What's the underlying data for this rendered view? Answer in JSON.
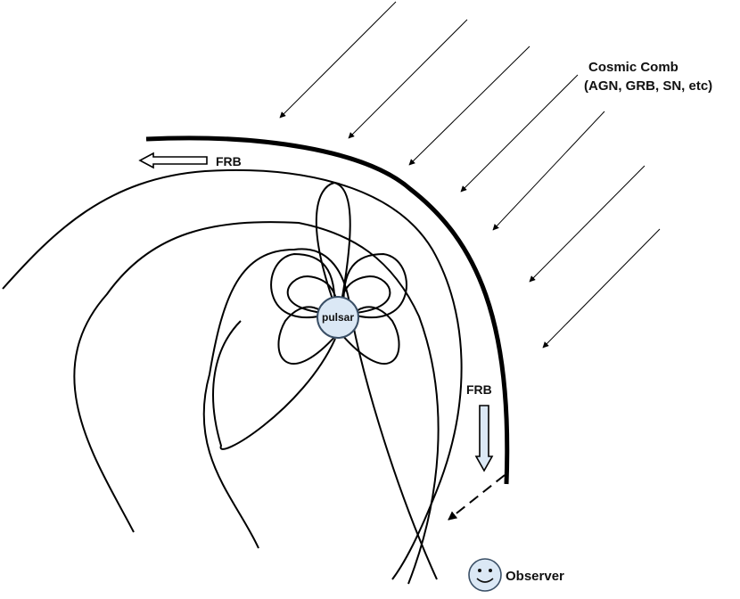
{
  "labels": {
    "comb_line1": "Cosmic Comb",
    "comb_line2": "(AGN, GRB, SN, etc)",
    "frb_top": "FRB",
    "frb_right": "FRB",
    "pulsar": "pulsar",
    "observer": "Observer"
  },
  "colors": {
    "ink": "#000000",
    "fill_blue": "#dbe8f5",
    "stroke_blue": "#3a4f66"
  },
  "icons": {
    "observer": "smiley-face-icon",
    "frb_arrows": "hollow-arrow-icon"
  }
}
